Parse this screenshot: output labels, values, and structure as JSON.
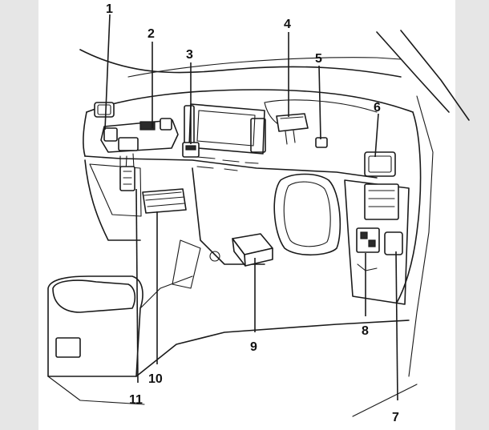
{
  "callouts": [
    {
      "id": "1",
      "label": "1"
    },
    {
      "id": "2",
      "label": "2"
    },
    {
      "id": "3",
      "label": "3"
    },
    {
      "id": "4",
      "label": "4"
    },
    {
      "id": "5",
      "label": "5"
    },
    {
      "id": "6",
      "label": "6"
    },
    {
      "id": "7",
      "label": "7"
    },
    {
      "id": "8",
      "label": "8"
    },
    {
      "id": "9",
      "label": "9"
    },
    {
      "id": "10",
      "label": "10"
    },
    {
      "id": "11",
      "label": "11"
    }
  ],
  "colors": {
    "background": "#e6e6e6",
    "paper": "#ffffff",
    "ink": "#1a1a1a"
  }
}
